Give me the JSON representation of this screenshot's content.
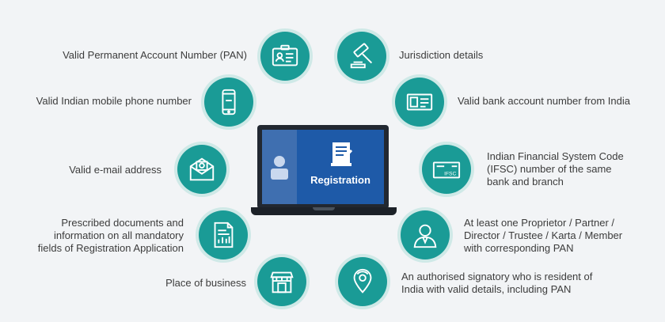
{
  "center": {
    "label": "Registration"
  },
  "items": {
    "pan": {
      "label": "Valid Permanent Account Number (PAN)",
      "icon": "id-card-icon"
    },
    "mobile": {
      "label": "Valid Indian mobile phone number",
      "icon": "mobile-phone-icon"
    },
    "email": {
      "label": "Valid e-mail address",
      "icon": "envelope-icon"
    },
    "documents": {
      "label": "Prescribed documents and\ninformation on all mandatory\nfields of Registration Application",
      "icon": "document-icon"
    },
    "place": {
      "label": "Place of business",
      "icon": "shop-icon"
    },
    "jurisdiction": {
      "label": "Jurisdiction details",
      "icon": "gavel-icon"
    },
    "bank": {
      "label": "Valid bank account number from India",
      "icon": "bank-passbook-icon"
    },
    "ifsc": {
      "label": "Indian Financial System Code\n(IFSC) number of the same\nbank and branch",
      "icon": "ifsc-cheque-icon",
      "icon_text": "IFSC"
    },
    "proprietor": {
      "label": "At least one Proprietor / Partner /\nDirector / Trustee / Karta / Member\nwith corresponding PAN",
      "icon": "person-icon"
    },
    "signatory": {
      "label": "An authorised signatory who is resident of\nIndia with valid details, including PAN",
      "icon": "location-pin-icon"
    }
  },
  "colors": {
    "circle": "#1a9b96",
    "ring": "#cfe9e7",
    "screen": "#1e5aa8",
    "text": "#3c3c3c"
  }
}
